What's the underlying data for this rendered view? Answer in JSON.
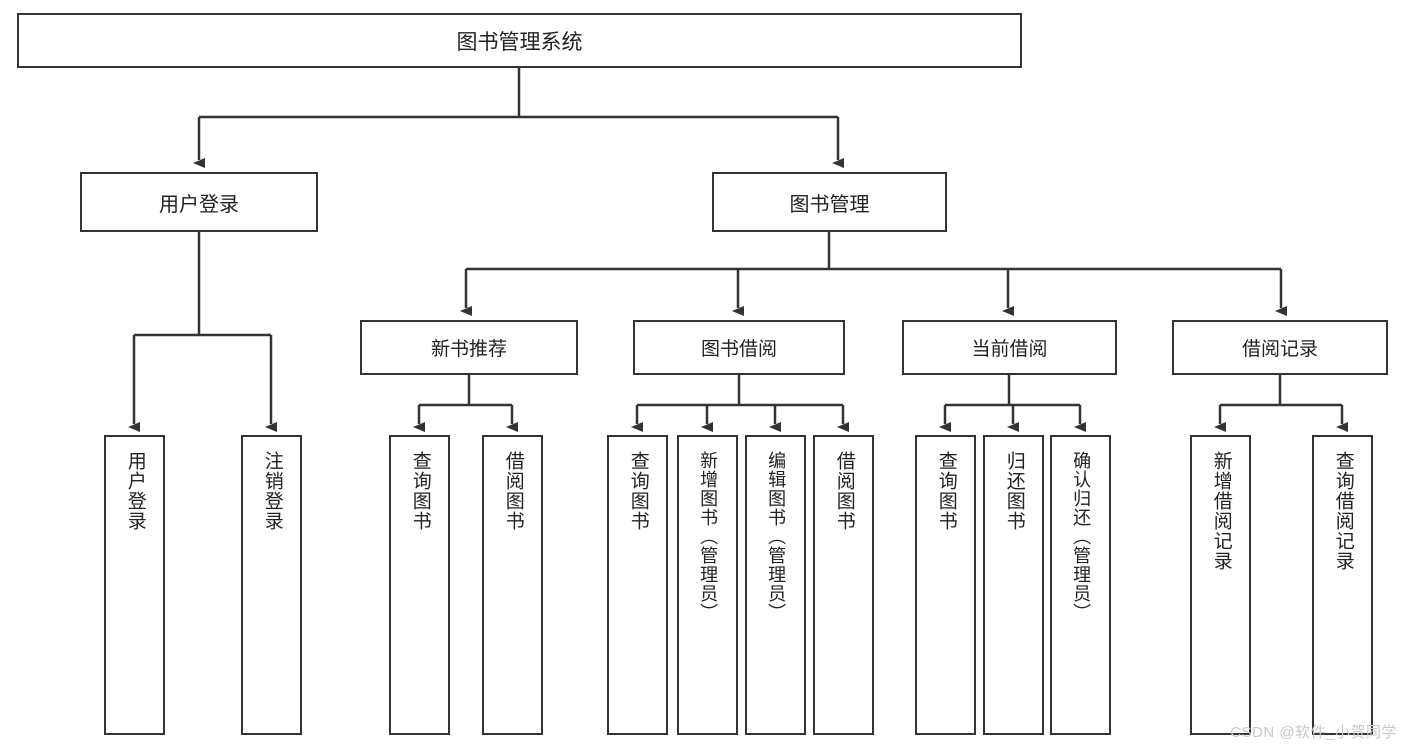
{
  "diagram": {
    "type": "tree",
    "title": "图书管理系统",
    "background": "#ffffff",
    "line_color": "#333333",
    "box_border_color": "#333333",
    "text_color": "#222222"
  },
  "root": {
    "label": "图书管理系统"
  },
  "level1": [
    {
      "label": "用户登录"
    },
    {
      "label": "图书管理"
    }
  ],
  "level2": [
    {
      "label": "新书推荐"
    },
    {
      "label": "图书借阅"
    },
    {
      "label": "当前借阅"
    },
    {
      "label": "借阅记录"
    }
  ],
  "leaves": {
    "user_login": [
      {
        "label": "用户登录"
      },
      {
        "label": "注销登录"
      }
    ],
    "new_book": [
      {
        "label": "查询图书"
      },
      {
        "label": "借阅图书"
      }
    ],
    "book_borrow": [
      {
        "label": "查询图书"
      },
      {
        "label": "新增图书（管理员）"
      },
      {
        "label": "编辑图书（管理员）"
      },
      {
        "label": "借阅图书"
      }
    ],
    "current_borrow": [
      {
        "label": "查询图书"
      },
      {
        "label": "归还图书"
      },
      {
        "label": "确认归还（管理员）"
      }
    ],
    "borrow_record": [
      {
        "label": "新增借阅记录"
      },
      {
        "label": "查询借阅记录"
      }
    ]
  },
  "watermark": {
    "text": "CSDN @软件_小贺同学"
  }
}
